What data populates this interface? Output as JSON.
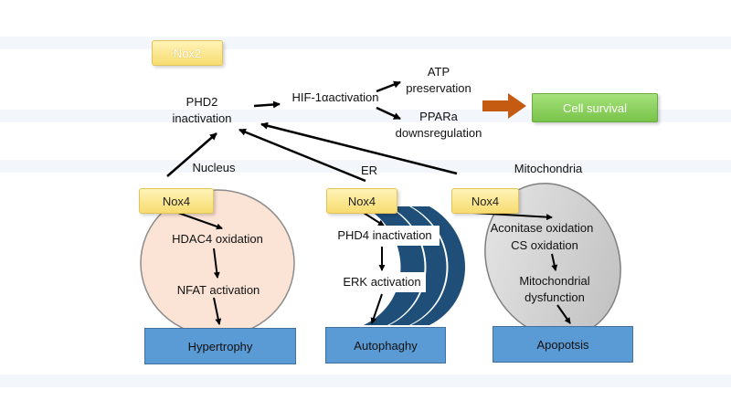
{
  "colors": {
    "nucleus_fill": "#fbe4d5",
    "mito_fill": "#d0d0d0",
    "er_fill": "#1f4e79",
    "yellow_box": "#f7dc6f",
    "blue_box": "#5b9bd5",
    "green_box": "#78c44a",
    "orange_arrow": "#c55a11"
  },
  "top": {
    "nox2": "Nox2",
    "phd2_line1": "PHD2",
    "phd2_line2": "inactivation",
    "hif": "HIF-1αactivation",
    "atp_line1": "ATP",
    "atp_line2": "preservation",
    "ppar_line1": "PPARa",
    "ppar_line2": "downsregulation",
    "cell_survival": "Cell survival"
  },
  "nucleus": {
    "title": "Nucleus",
    "nox": "Nox4",
    "step1": "HDAC4 oxidation",
    "step2": "NFAT activation",
    "outcome": "Hypertrophy"
  },
  "er": {
    "title": "ER",
    "nox": "Nox4",
    "step1": "PHD4 inactivation",
    "step2": "ERK activation",
    "outcome": "Autophaghy"
  },
  "mito": {
    "title": "Mitochondria",
    "nox": "Nox4",
    "step1": "Aconitase oxidation",
    "step2": "CS oxidation",
    "step3_line1": "Mitochondrial",
    "step3_line2": "dysfunction",
    "outcome": "Apopotsis"
  }
}
